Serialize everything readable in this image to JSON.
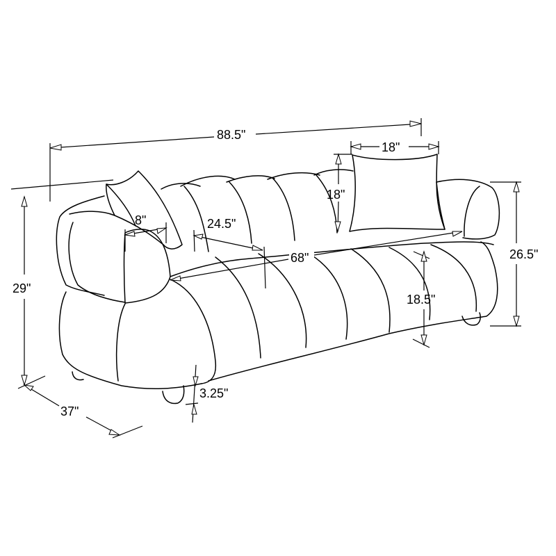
{
  "diagram": {
    "type": "dimension-line-drawing",
    "subject": "Sofa with channel-tufted back and seat, rounded arms, two pillows",
    "line_color": "#000000",
    "background_color": "#ffffff",
    "dimensions": {
      "overall_width": "88.5\"",
      "overall_height": "29\"",
      "overall_depth": "37\"",
      "arm_height": "26.5\"",
      "seat_height": "18.5\"",
      "seat_width": "68\"",
      "seat_depth": "24.5\"",
      "arm_width": "8\"",
      "pillow_width": "18\"",
      "pillow_height": "18\"",
      "leg_height": "3.25\""
    }
  }
}
